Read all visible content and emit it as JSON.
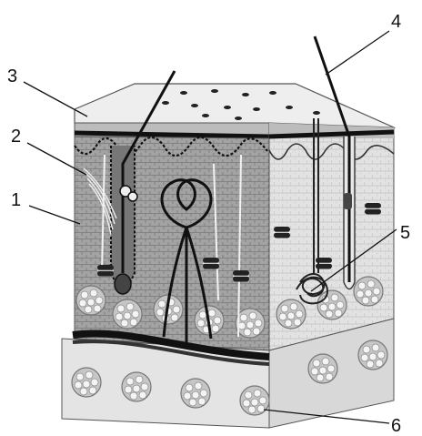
{
  "callouts": [
    {
      "id": "1",
      "label": "1"
    },
    {
      "id": "2",
      "label": "2"
    },
    {
      "id": "3",
      "label": "3"
    },
    {
      "id": "4",
      "label": "4"
    },
    {
      "id": "5",
      "label": "5"
    },
    {
      "id": "6",
      "label": "6"
    }
  ],
  "colors": {
    "background": "#ffffff",
    "surface": "#eeeeee",
    "epidermis_front": "#b9b9b9",
    "dermis_front": "#9a9a9a",
    "dermis_side": "#dcdcdc",
    "subcutis": "#e4e4e4",
    "dark_line": "#111111",
    "fat_lobule": "#bdbdbd"
  }
}
